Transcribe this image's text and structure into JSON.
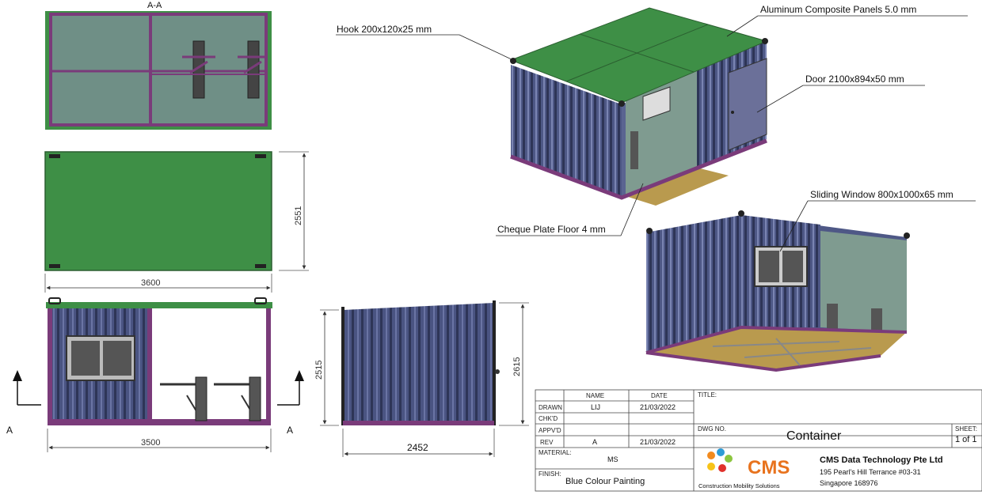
{
  "section_label": "A-A",
  "section_marks": [
    "A",
    "A"
  ],
  "dimensions": {
    "top_width": "3600",
    "top_depth": "2551",
    "front_width": "3500",
    "side_height_left": "2515",
    "side_height_right": "2615",
    "side_width": "2452"
  },
  "callouts": {
    "panels": "Aluminum Composite Panels 5.0 mm",
    "hook": "Hook 200x120x25 mm",
    "door": "Door 2100x894x50 mm",
    "floor": "Cheque Plate Floor 4 mm",
    "window": "Sliding Window 800x1000x65 mm"
  },
  "title_block": {
    "col_name": "NAME",
    "col_date": "DATE",
    "rows": [
      {
        "label": "DRAWN",
        "name": "LIJ",
        "date": "21/03/2022"
      },
      {
        "label": "CHK'D",
        "name": "",
        "date": ""
      },
      {
        "label": "APPV'D",
        "name": "",
        "date": ""
      },
      {
        "label": "REV",
        "name": "A",
        "date": "21/03/2022"
      }
    ],
    "title_label": "TITLE:",
    "material_label": "MATERIAL:",
    "material": "MS",
    "finish_label": "FINISH:",
    "finish": "Blue Colour Painting",
    "dwg_label": "DWG NO.",
    "dwg_no": "Container",
    "sheet_label": "SHEET:",
    "sheet": "1 of 1",
    "logo_text": "CMS",
    "logo_sub": "Construction Mobility Solutions",
    "company": "CMS Data Technology Pte Ltd",
    "address1": "195 Pearl's Hill Terrance #03-31",
    "address2": "Singapore 168976"
  },
  "colors": {
    "roof": "#3e8f46",
    "wall": "#4a5482",
    "frame": "#7a3b7a",
    "floor": "#b99a4e",
    "glass": "#6f8f86"
  }
}
